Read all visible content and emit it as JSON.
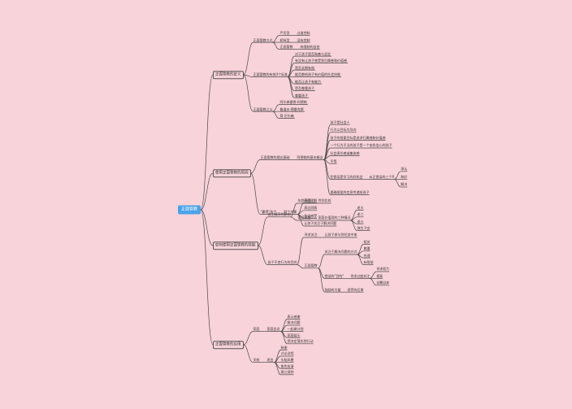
{
  "root": "正面管教",
  "branches": [
    {
      "label": "正面管教的定义",
      "children": [
        {
          "label": "正面管教方式",
          "children": [
            {
              "label": "严厉型",
              "children": [
                {
                  "label": "过度控制"
                }
              ]
            },
            {
              "label": "娇纵型",
              "children": [
                {
                  "label": "没有控制"
                }
              ]
            },
            {
              "label": "正面管教",
              "children": [
                {
                  "label": "有限制的自由"
                }
              ]
            }
          ]
        },
        {
          "label": "正面管教的有效4个标准",
          "children": [
            {
              "label": "对于孩子是否和善与坚定"
            },
            {
              "label": "有没有让孩子感受到归属感和价值感"
            },
            {
              "label": "是否长期有效"
            },
            {
              "label": "能否教给孩子有价值的社会技能"
            },
            {
              "label": "能否让孩子有能力"
            },
            {
              "label": "是否尊重孩子"
            },
            {
              "label": "尊重孩子"
            }
          ]
        },
        {
          "label": "正面管教之父",
          "children": [
            {
              "label": "阿尔弗雷德·阿德勒"
            },
            {
              "label": "鲁道夫·德雷克斯"
            },
            {
              "label": "简·尼尔森"
            }
          ]
        }
      ]
    },
    {
      "label": "使用正面管教的原因",
      "children": [
        {
          "label": "正面管教的理论基础",
          "children": [
            {
              "label": "阿德勒的基本概念",
              "children": [
                {
                  "label": "孩子是社会人"
                },
                {
                  "label": "行为以目标为导向"
                },
                {
                  "label": "孩子的首要目标是追求归属感和价值感"
                },
                {
                  "label": "一个行为不当的孩子是一个丧失信心的孩子"
                },
                {
                  "label": "社会责任感或集体感"
                },
                {
                  "label": "平等"
                },
                {
                  "label": "犯错误是学习的好机会",
                  "children": [
                    {
                      "label": "纠正错误的三个R",
                      "children": [
                        {
                          "label": "承认"
                        },
                        {
                          "label": "和好"
                        },
                        {
                          "label": "解决"
                        }
                      ]
                    }
                  ]
                },
                {
                  "label": "要确保爱的信息传递给孩子"
                }
              ]
            }
          ]
        },
        {
          "label": "\"赢得\"孩子",
          "children": [
            {
              "label": "四个步骤",
              "children": [
                {
                  "label": "表达理解"
                },
                {
                  "label": "表达同情"
                },
                {
                  "label": "告诉感受"
                },
                {
                  "label": "让孩子关注于解决问题"
                }
              ]
            }
          ]
        }
      ]
    },
    {
      "label": "如何使用正面管教的技能",
      "children": [
        {
          "label": "出生顺序的影响",
          "children": [
            {
              "label": "年龄间隔",
              "children": [
                {
                  "label": "性别比较"
                }
              ]
            },
            {
              "label": "家庭氛围",
              "children": [
                {
                  "label": "家庭价值观的三种情况",
                  "children": [
                    {
                      "label": "老大"
                    },
                    {
                      "label": "老二"
                    },
                    {
                      "label": "老小"
                    },
                    {
                      "label": "独生子女"
                    }
                  ]
                }
              ]
            }
          ]
        },
        {
          "label": "孩子不良行为的目的",
          "children": [
            {
              "label": "寻求关注",
              "children": [
                {
                  "label": "让孩子参与到任务中来"
                }
              ]
            },
            {
              "label": "正面管教",
              "children": [
                {
                  "label": "关注于解决问题的方式",
                  "children": [
                    {
                      "label": "相关"
                    },
                    {
                      "label": "尊重"
                    },
                    {
                      "label": "合理"
                    },
                    {
                      "label": "有帮助"
                    }
                  ]
                },
                {
                  "label": "错误的\"目的\"",
                  "children": [
                    {
                      "label": "寻求过度关注",
                      "children": [
                        {
                          "label": "寻求权力"
                        },
                        {
                          "label": "报复"
                        },
                        {
                          "label": "自暴自弃"
                        }
                      ]
                    }
                  ]
                },
                {
                  "label": "鼓励的力量",
                  "children": [
                    {
                      "label": "惩罚的后果"
                    }
                  ]
                }
              ]
            }
          ]
        }
      ]
    },
    {
      "label": "正面管教的应用",
      "children": [
        {
          "label": "家庭",
          "children": [
            {
              "label": "家庭会议",
              "children": [
                {
                  "label": "表示感谢"
                },
                {
                  "label": "解决问题"
                },
                {
                  "label": "一起做计划"
                },
                {
                  "label": "家庭娱乐"
                },
                {
                  "label": "把决定落实到行动"
                }
              ]
            }
          ]
        },
        {
          "label": "学校",
          "children": [
            {
              "label": "班会",
              "children": [
                {
                  "label": "致谢"
                },
                {
                  "label": "讨论议程"
                },
                {
                  "label": "头脑风暴"
                },
                {
                  "label": "角色扮演"
                },
                {
                  "label": "建立规则"
                }
              ]
            }
          ]
        }
      ]
    }
  ]
}
